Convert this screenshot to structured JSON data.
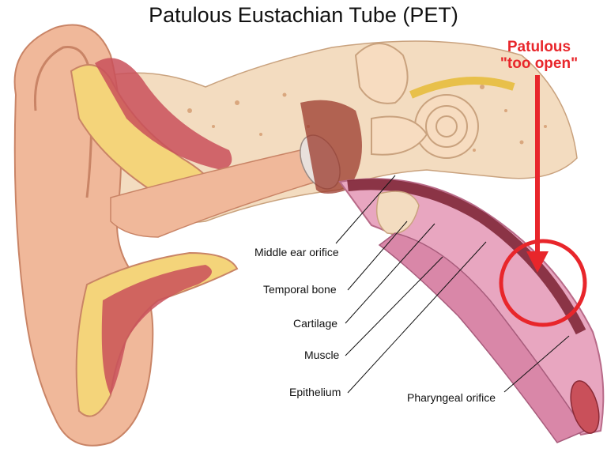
{
  "title": "Patulous Eustachian Tube (PET)",
  "callout": {
    "line1": "Patulous",
    "line2": "\"too open\"",
    "color": "#e8262b"
  },
  "labels": {
    "middle_ear_orifice": "Middle ear orifice",
    "temporal_bone": "Temporal bone",
    "cartilage": "Cartilage",
    "muscle": "Muscle",
    "epithelium": "Epithelium",
    "pharyngeal_orifice": "Pharyngeal orifice"
  },
  "colors": {
    "skin": "#f0b89a",
    "bone": "#f3dcc0",
    "muscle": "#c9505a",
    "tube": "#e8a6c0",
    "fat": "#f4d47a"
  }
}
